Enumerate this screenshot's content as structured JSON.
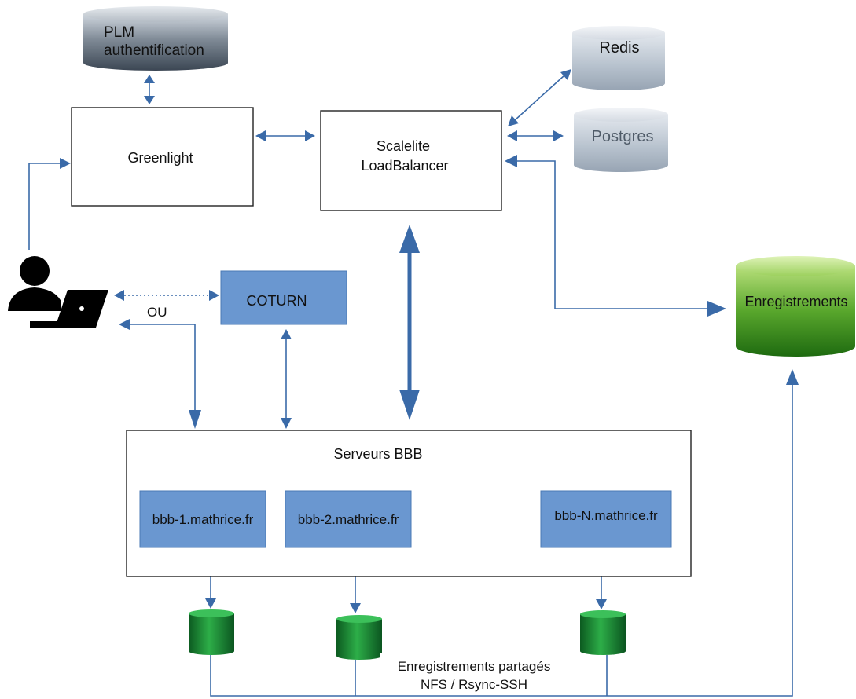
{
  "nodes": {
    "plm": "PLM authentification",
    "greenlight": "Greenlight",
    "scalelite": "Scalelite LoadBalancer",
    "redis": "Redis",
    "postgres": "Postgres",
    "coturn": "COTURN",
    "enregistrements": "Enregistrements",
    "serveurs": "Serveurs BBB",
    "bbb1": "bbb-1.mathrice.fr",
    "bbb2": "bbb-2.mathrice.fr",
    "bbbN": "bbb-N.mathrice.fr"
  },
  "labels": {
    "ou": "OU",
    "shared_line1": "Enregistrements partagés",
    "shared_line2": "NFS / Rsync-SSH"
  },
  "icons": {
    "user": "user-laptop-icon",
    "storage": "database-cylinder-icon"
  },
  "colors": {
    "arrow": "#3a6aa8",
    "blue_box": "#6a97d0",
    "blue_box_border": "#4a78b5",
    "green_db": "#1f9e3a",
    "gray_db": "#7f8c9c"
  }
}
